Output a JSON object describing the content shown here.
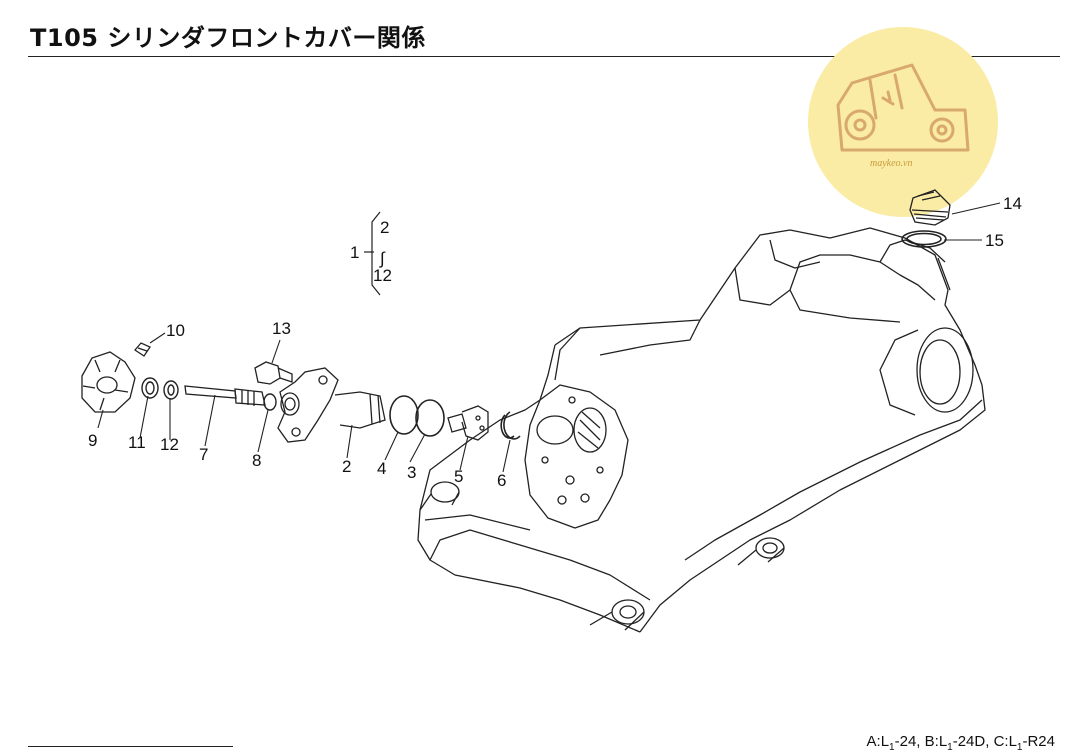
{
  "header": {
    "title": "T105 シリンダフロントカバー関係"
  },
  "watermark": {
    "text": "maykeo.vn",
    "color": "#faeca5",
    "ink_color": "#d8a96a",
    "icon": "tractor-logo-icon"
  },
  "group_bracket": {
    "parent": "1",
    "from": "2",
    "tilde": "∫",
    "to": "12"
  },
  "callouts": {
    "c1": "1",
    "c2": "2",
    "c3": "3",
    "c4": "4",
    "c5": "5",
    "c6": "6",
    "c7": "7",
    "c8": "8",
    "c9": "9",
    "c10": "10",
    "c11": "11",
    "c12": "12",
    "c13": "13",
    "c14": "14",
    "c15": "15"
  },
  "footer": {
    "a_prefix": "A:L",
    "a_sub": "1",
    "a_suffix": "-24,",
    "b_prefix": "B:L",
    "b_sub": "1",
    "b_suffix": "-24D,",
    "c_prefix": "C:L",
    "c_sub": "1",
    "c_suffix": "-R24"
  }
}
